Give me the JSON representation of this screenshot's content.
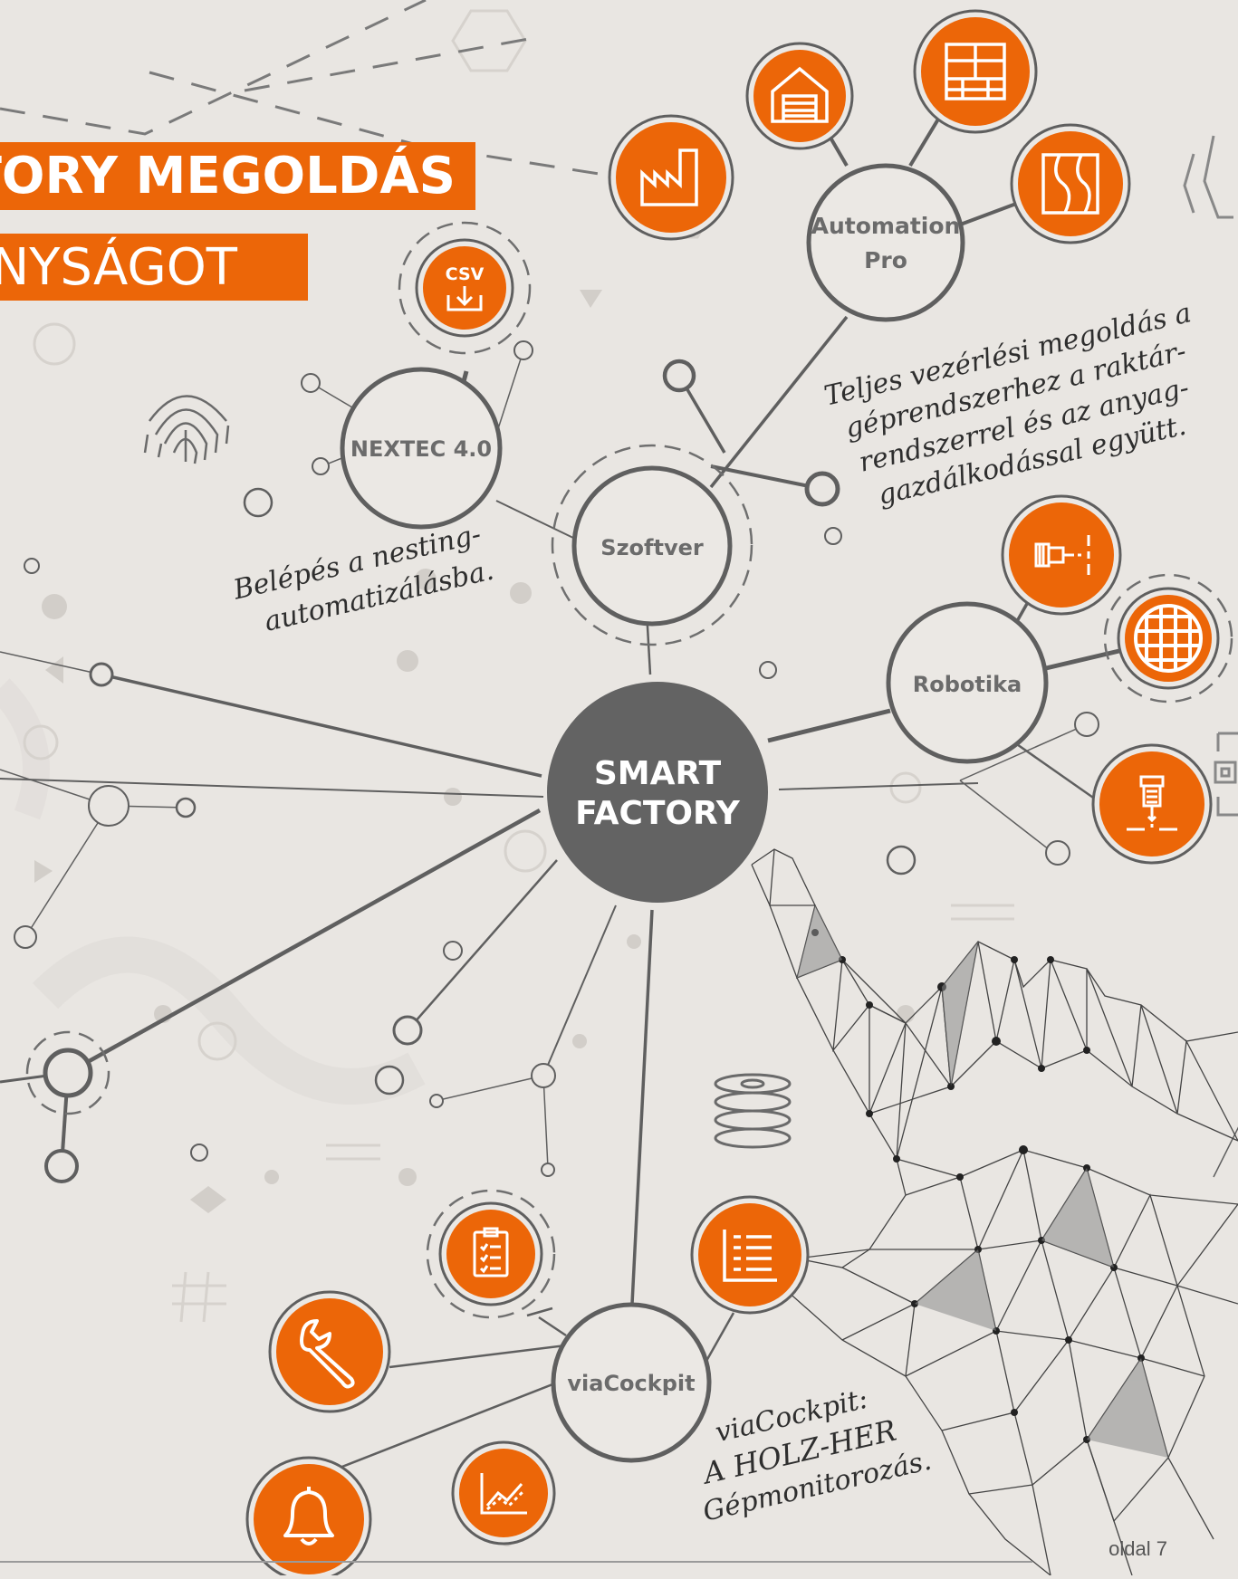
{
  "banner": {
    "line1": "TORY MEGOLDÁS",
    "line2": "ONYSÁGOT"
  },
  "center": {
    "line1": "SMART",
    "line2": "FACTORY"
  },
  "nodes": {
    "automation_pro": {
      "line1": "Automation",
      "line2": "Pro"
    },
    "nextec": "NEXTEC 4.0",
    "szoftver": "Szoftver",
    "robotika": "Robotika",
    "viacockpit": "viaCockpit"
  },
  "icons": {
    "csv_label": "CSV"
  },
  "notes": {
    "automation": [
      "Teljes vezérlési megoldás a",
      "géprendszerhez a raktár-",
      "rendszerrel és az anyag-",
      "gazdálkodással együtt."
    ],
    "nesting": [
      "Belépés a nesting-",
      "automatizálásba."
    ],
    "viacockpit": [
      "viaCockpit:",
      "A HOLZ-HER",
      "Gépmonitorozás."
    ]
  },
  "footer": {
    "page": "oldal 7"
  },
  "colors": {
    "accent": "#ec6608",
    "node_stroke": "#5f5f5f",
    "hub_fill": "#636363",
    "background": "#e9e6e2"
  }
}
